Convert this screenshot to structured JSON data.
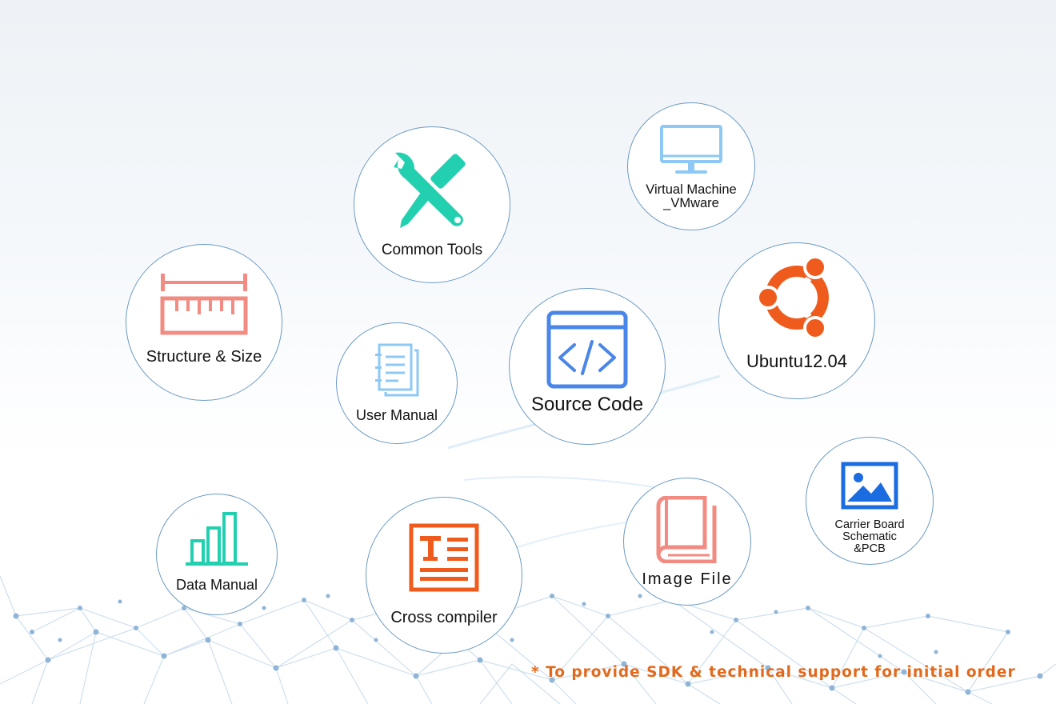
{
  "colors": {
    "bubble_border": "#6b9ac4",
    "teal": "#22d0b0",
    "salmon": "#f28b82",
    "blue": "#4a86e8",
    "light_blue": "#8ec9f6",
    "orange": "#ef5b1c",
    "note_orange": "#e2691c"
  },
  "items": {
    "common_tools": {
      "label": "Common Tools",
      "icon": "tools-icon"
    },
    "virtual_machine": {
      "label_line1": "Virtual Machine",
      "label_line2": "_VMware",
      "icon": "monitor-icon"
    },
    "structure_size": {
      "label": "Structure & Size",
      "icon": "ruler-icon"
    },
    "user_manual": {
      "label": "User Manual",
      "icon": "document-icon"
    },
    "source_code": {
      "label": "Source Code",
      "icon": "code-icon"
    },
    "ubuntu": {
      "label": "Ubuntu12.04",
      "icon": "ubuntu-icon"
    },
    "carrier_board": {
      "label_line1": "Carrier Board",
      "label_line2": "Schematic",
      "label_line3": "&PCB",
      "icon": "image-icon"
    },
    "data_manual": {
      "label": "Data Manual",
      "icon": "bar-chart-icon"
    },
    "cross_compiler": {
      "label": "Cross compiler",
      "icon": "text-document-icon"
    },
    "image_file": {
      "label": "Image File",
      "icon": "book-icon"
    }
  },
  "note": "* To provide SDK & technical support for initial order"
}
